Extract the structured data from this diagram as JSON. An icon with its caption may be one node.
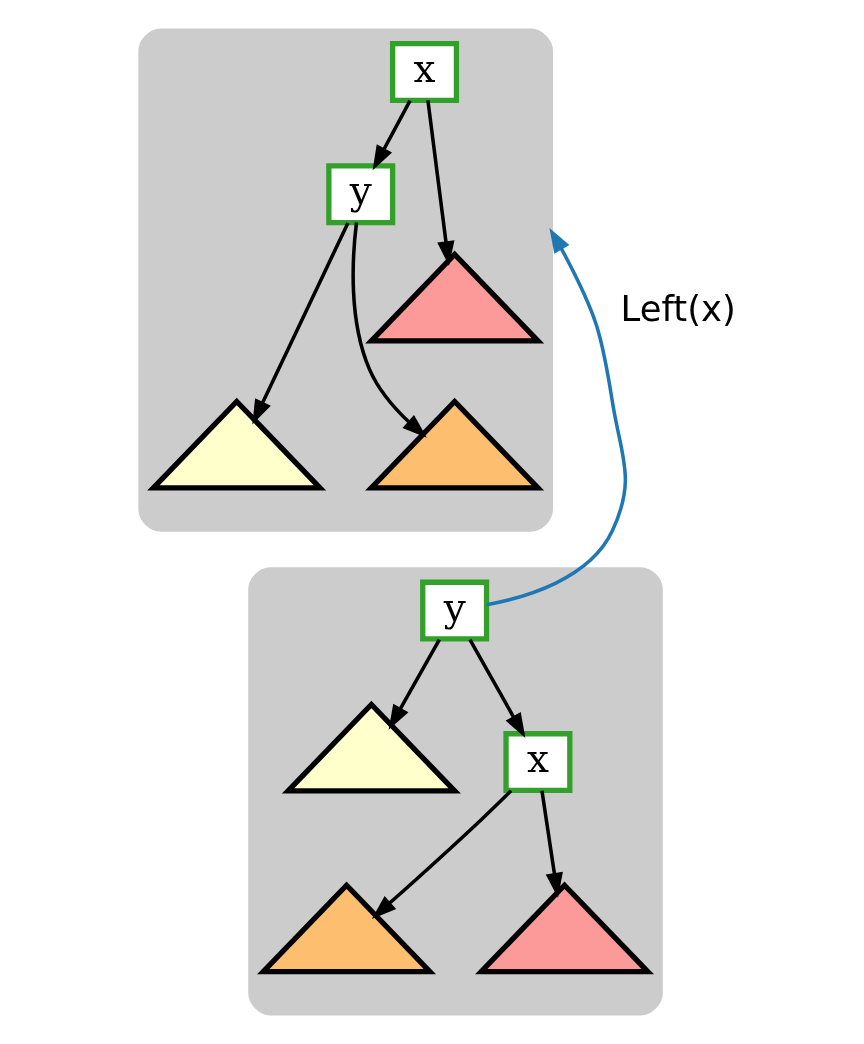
{
  "diagram": {
    "nodes": [
      {
        "text": [],
        "shape": "cloud"
      },
      {
        "text": [
          "x"
        ],
        "in": 0
      },
      {
        "text": [
          "y"
        ],
        "in": 0
      },
      {
        "text": [],
        "shape": "triangle",
        "in": 0
      },
      {
        "text": [],
        "shape": "triangle",
        "in": 0
      },
      {
        "text": [],
        "shape": "triangle",
        "in": 0
      },
      {
        "text": [],
        "shape": "cloud"
      },
      {
        "text": [
          "y"
        ],
        "in": 6
      },
      {
        "text": [
          "x"
        ],
        "in": 6
      },
      {
        "text": [],
        "shape": "triangle",
        "in": 6
      },
      {
        "text": [],
        "shape": "triangle",
        "in": 6
      },
      {
        "text": [],
        "shape": "triangle",
        "in": 6
      }
    ],
    "edges": [
      {
        "from": 1,
        "to": 2,
        "arrow": "to"
      },
      {
        "from": 1,
        "to": 5,
        "arrow": "to"
      },
      {
        "from": 2,
        "to": 3,
        "arrow": "to"
      },
      {
        "from": 2,
        "to": 4,
        "arrow": "to"
      },
      {
        "from": 7,
        "to": 9,
        "arrow": "to"
      },
      {
        "from": 7,
        "to": 8,
        "arrow": "to"
      },
      {
        "from": 8,
        "to": 10,
        "arrow": "to"
      },
      {
        "from": 8,
        "to": 11,
        "arrow": "to"
      },
      {
        "from": 7,
        "to": 0,
        "arrow": "to",
        "label": "Left(x)",
        "color": "#1f77b4"
      }
    ]
  }
}
